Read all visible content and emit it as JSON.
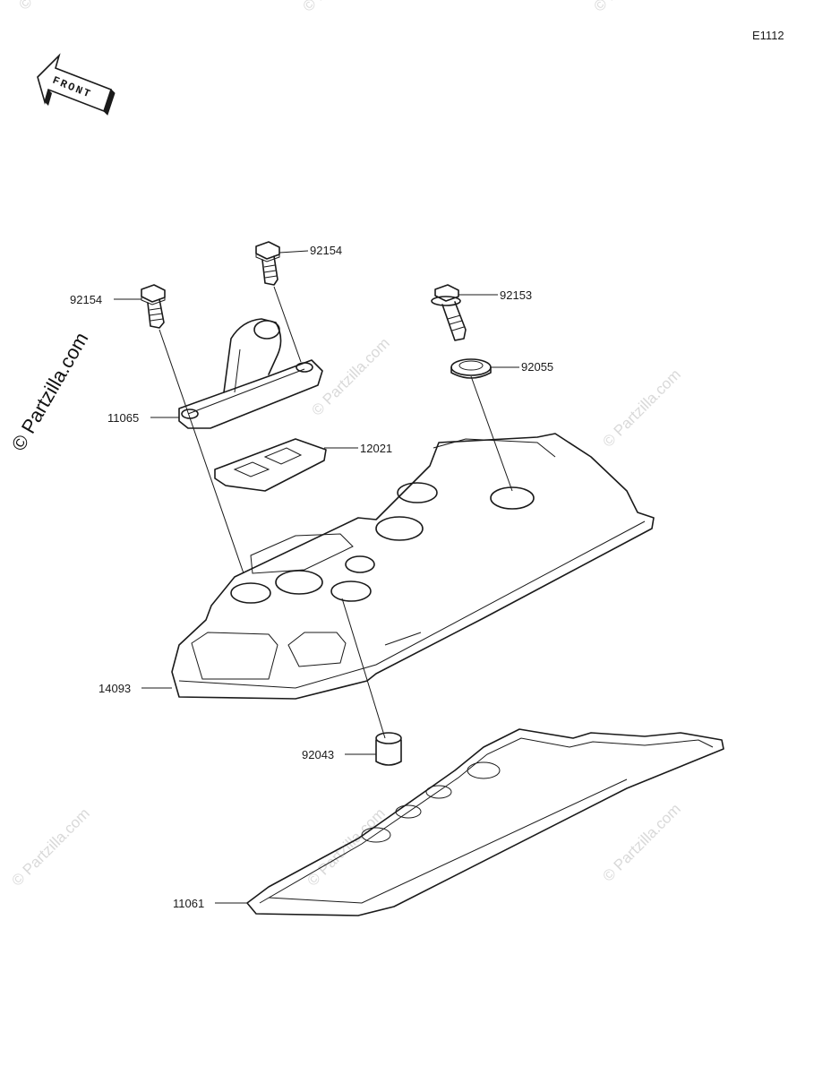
{
  "diagram_code": "E1112",
  "front_label": "FRONT",
  "watermark": "© Partzilla.com",
  "parts": [
    {
      "number": "92154"
    },
    {
      "number": "92154"
    },
    {
      "number": "92153"
    },
    {
      "number": "92055"
    },
    {
      "number": "11065"
    },
    {
      "number": "12021"
    },
    {
      "number": "14093"
    },
    {
      "number": "92043"
    },
    {
      "number": "11061"
    }
  ]
}
